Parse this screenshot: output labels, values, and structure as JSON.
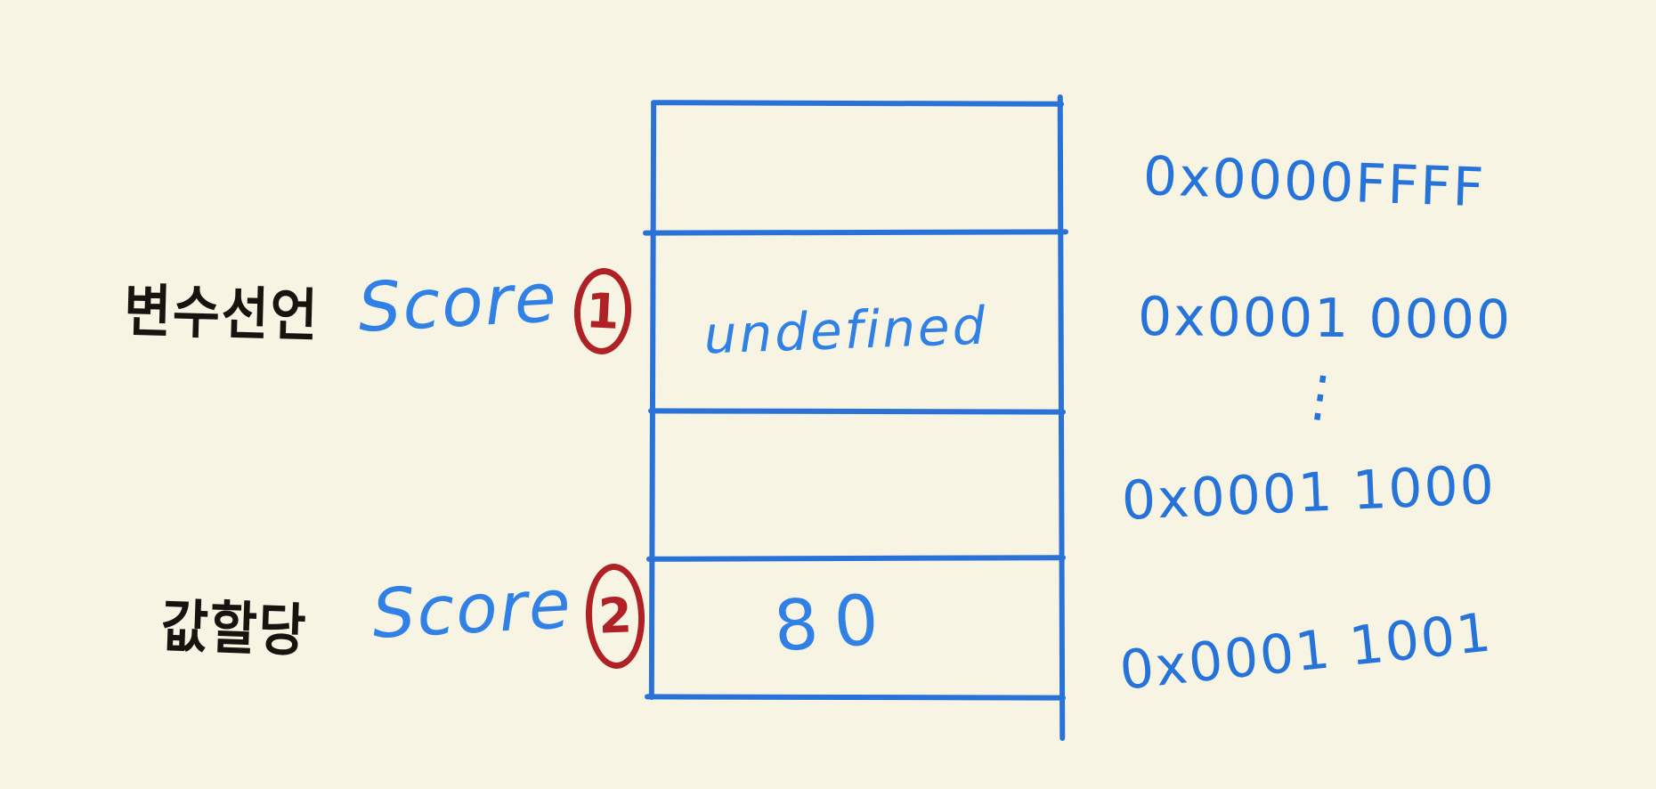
{
  "page": {
    "background_color": "#f7f4e4",
    "description": "Hand-drawn memory diagram explaining variable declaration and value assignment"
  },
  "palette": {
    "ink_blue": "#2a72d8",
    "text_blue": "#3080e5",
    "address_blue": "#2673da",
    "ink_red": "#b02125",
    "ink_black": "#17140f"
  },
  "annotations": {
    "declaration": {
      "korean_label": "변수선언",
      "variable_name": "Score",
      "step_number": "1"
    },
    "assignment": {
      "korean_label": "값할당",
      "variable_name": "Score",
      "step_number": "2"
    }
  },
  "memory_box": {
    "cells": [
      {
        "row": 1,
        "value": ""
      },
      {
        "row": 2,
        "value": "undefined"
      },
      {
        "row": 3,
        "value": ""
      },
      {
        "row": 4,
        "value": "80"
      }
    ]
  },
  "address_column": {
    "items": [
      "0x0000FFFF",
      "0x0001 0000",
      "0x0001 1000",
      "0x0001 1001"
    ],
    "ellipsis": "⋮"
  }
}
